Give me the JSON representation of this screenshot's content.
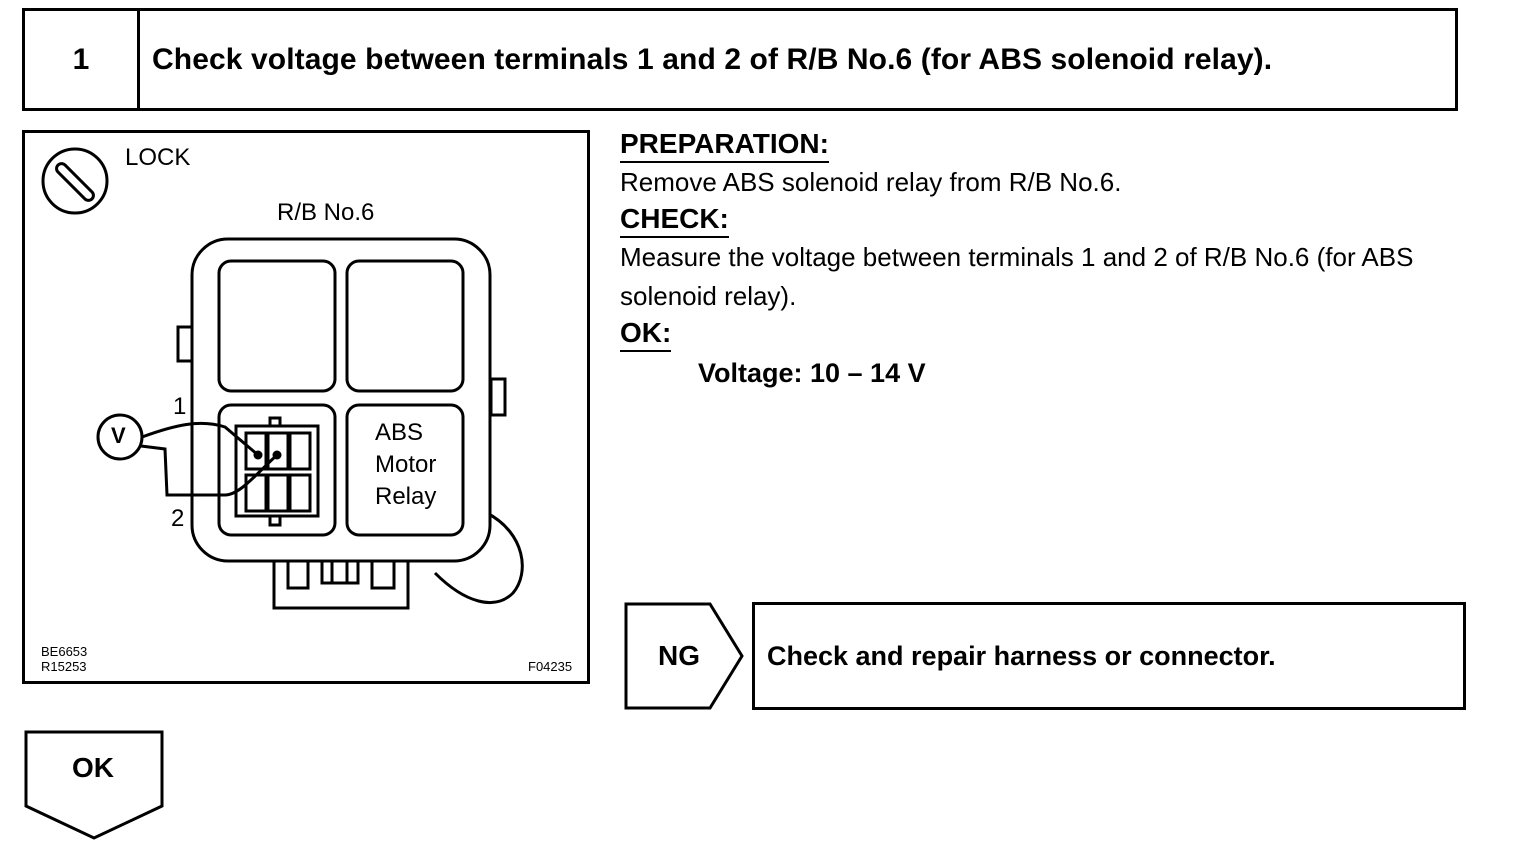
{
  "step": {
    "number": "1",
    "title": "Check voltage between terminals 1 and 2 of R/B No.6 (for ABS solenoid relay)."
  },
  "figure": {
    "lock_label": "LOCK",
    "rb_label": "R/B No.6",
    "terminal_1": "1",
    "terminal_2": "2",
    "meter_symbol": "V",
    "relay_label_lines": [
      "ABS",
      "Motor",
      "Relay"
    ],
    "code_left_lines": [
      "BE6653",
      "R15253"
    ],
    "code_right": "F04235",
    "icons": [
      "ignition-key-lock-icon",
      "voltmeter-icon",
      "relay-block-icon"
    ]
  },
  "preparation": {
    "heading": "PREPARATION:",
    "text": "Remove ABS solenoid relay from R/B No.6."
  },
  "check": {
    "heading": "CHECK:",
    "text": "Measure the voltage between terminals 1 and 2 of R/B No.6 (for ABS solenoid relay)."
  },
  "ok_spec": {
    "heading": "OK:",
    "text": "Voltage: 10 – 14 V"
  },
  "ng": {
    "label": "NG",
    "action": "Check and repair harness or connector."
  },
  "ok_branch": {
    "label": "OK"
  }
}
